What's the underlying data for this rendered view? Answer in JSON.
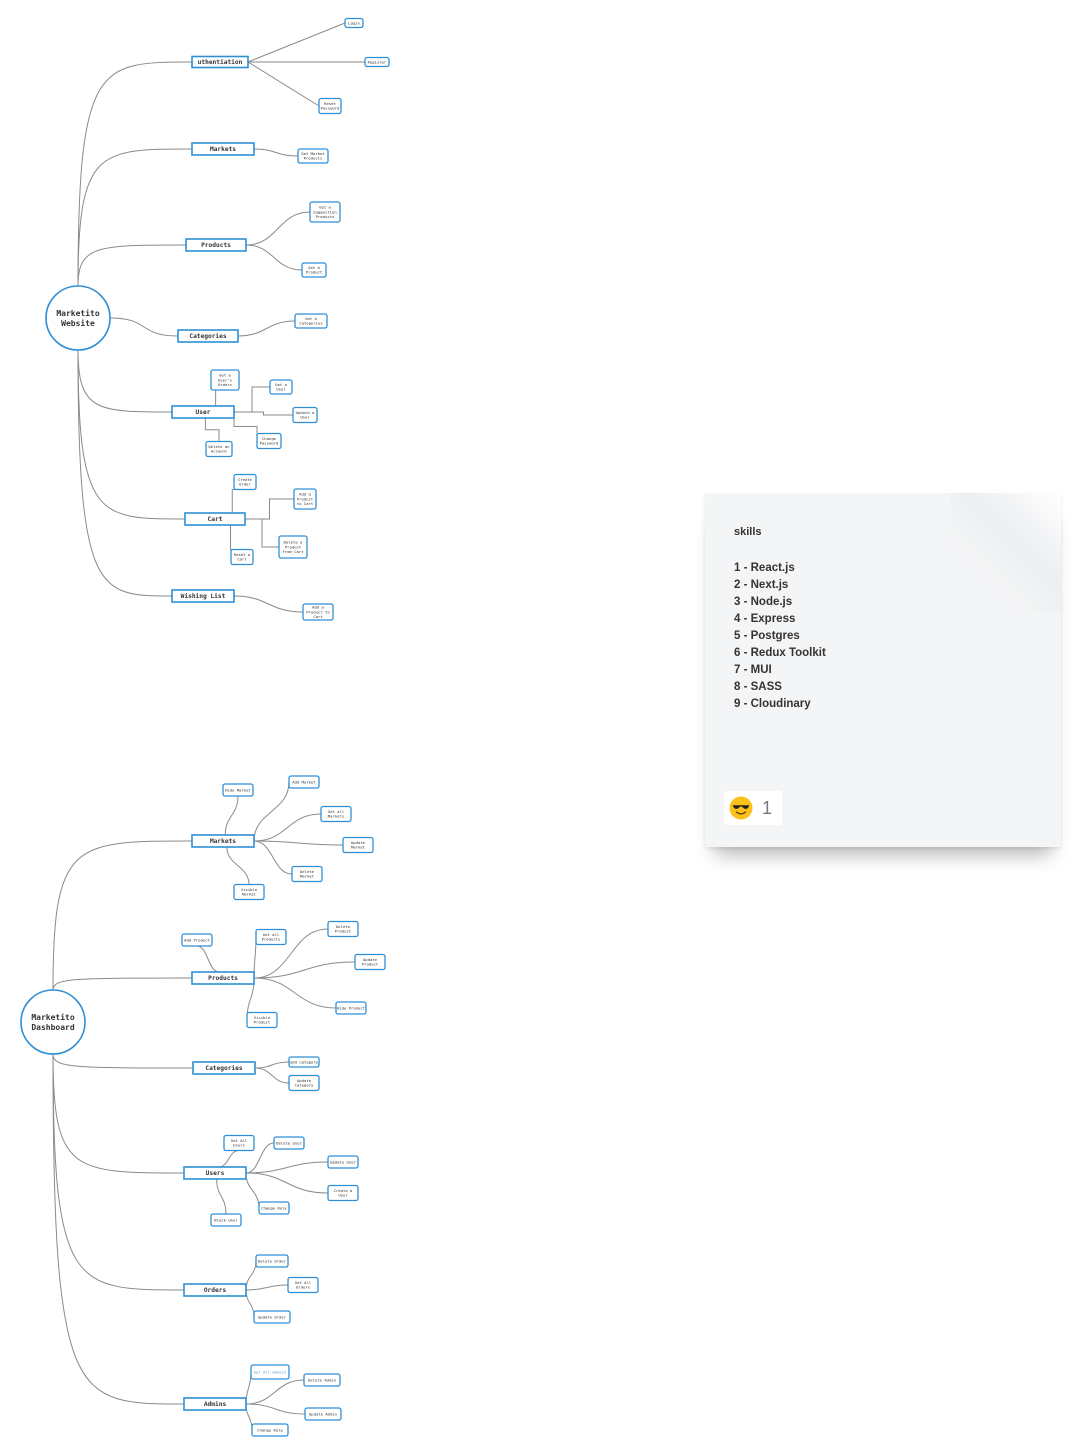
{
  "website": {
    "root": [
      "Marketito",
      "Website"
    ],
    "nodes": {
      "authentication": "uthentiation",
      "login": "Login",
      "register": "Register",
      "reset_password": [
        "Reset",
        "Password"
      ],
      "markets": "Markets",
      "get_market_products": [
        "Get Market",
        "Products"
      ],
      "products": "Products",
      "get_suggestion_products": [
        "Get a",
        "Suggestion",
        "Products"
      ],
      "get_product": [
        "Get a",
        "Product"
      ],
      "categories": "Categories",
      "get_categories": [
        "Get a",
        "Categories"
      ],
      "user": "User",
      "get_users_orders": [
        "Get a",
        "User's",
        "Orders"
      ],
      "get_user": [
        "Get a",
        "User"
      ],
      "update_user": [
        "Update a",
        "User"
      ],
      "change_password": [
        "Change",
        "Password"
      ],
      "delete_account": [
        "Delete an",
        "Account"
      ],
      "cart": "Cart",
      "create_order": [
        "Create",
        "Order"
      ],
      "add_product_to_cart": [
        "Add a",
        "Product",
        "to Cart"
      ],
      "delete_product_from_cart": [
        "Delete a",
        "Product",
        "From Cart"
      ],
      "reset_cart": [
        "Reset a",
        "Cart"
      ],
      "wishing_list": "Wishing List",
      "wishlist_add_product": [
        "Add a",
        "Product to",
        "Cart"
      ]
    }
  },
  "dashboard": {
    "root": [
      "Marketito",
      "Dashboard"
    ],
    "nodes": {
      "markets": "Markets",
      "hide_market": "Hide Market",
      "add_market": "Add Market",
      "get_all_markets": [
        "Get all",
        "Markets"
      ],
      "update_market": [
        "Update",
        "Market"
      ],
      "delete_market": [
        "Delete",
        "Market"
      ],
      "visible_market": [
        "Visible",
        "Market"
      ],
      "products": "Products",
      "add_product": "Add Product",
      "get_all_products": [
        "Get all",
        "Products"
      ],
      "delete_product": [
        "Delete",
        "Product"
      ],
      "update_product": [
        "Update",
        "Product"
      ],
      "hide_product": "Hide Product",
      "visible_product": [
        "Visible",
        "Product"
      ],
      "categories": "Categories",
      "add_category": "add category",
      "update_category": [
        "Update",
        "Category"
      ],
      "users": "Users",
      "get_all_users": [
        "Get All",
        "Users"
      ],
      "delete_user": "Delete User",
      "update_user": "Update User",
      "create_user": [
        "Create a",
        "User"
      ],
      "change_role": "Change Role",
      "block_user": "Block User",
      "orders": "Orders",
      "delete_order": "Delete Order",
      "get_all_orders": [
        "Get All",
        "Orders"
      ],
      "update_order": "Update Order",
      "admins": "Admins",
      "get_all_admins": "Get All Admins",
      "delete_admin": "Delete Admin",
      "update_admin": "Update Admin",
      "admin_change_role": "Change Role"
    }
  },
  "sticky_note": {
    "title": "skills",
    "items": [
      "1 - React.js",
      "2 - Next.js",
      "3 - Node.js",
      "4 - Express",
      "5 - Postgres",
      "6 - Redux Toolkit",
      "7 - MUI",
      "8 - SASS",
      "9 - Cloudinary"
    ],
    "reaction": {
      "emoji": "smiling-face-with-sunglasses-icon",
      "count": "1"
    }
  },
  "colors": {
    "node_border": "#2f8fd6",
    "edge": "#8a8a8a",
    "note_bg": "#f4f5f6"
  }
}
